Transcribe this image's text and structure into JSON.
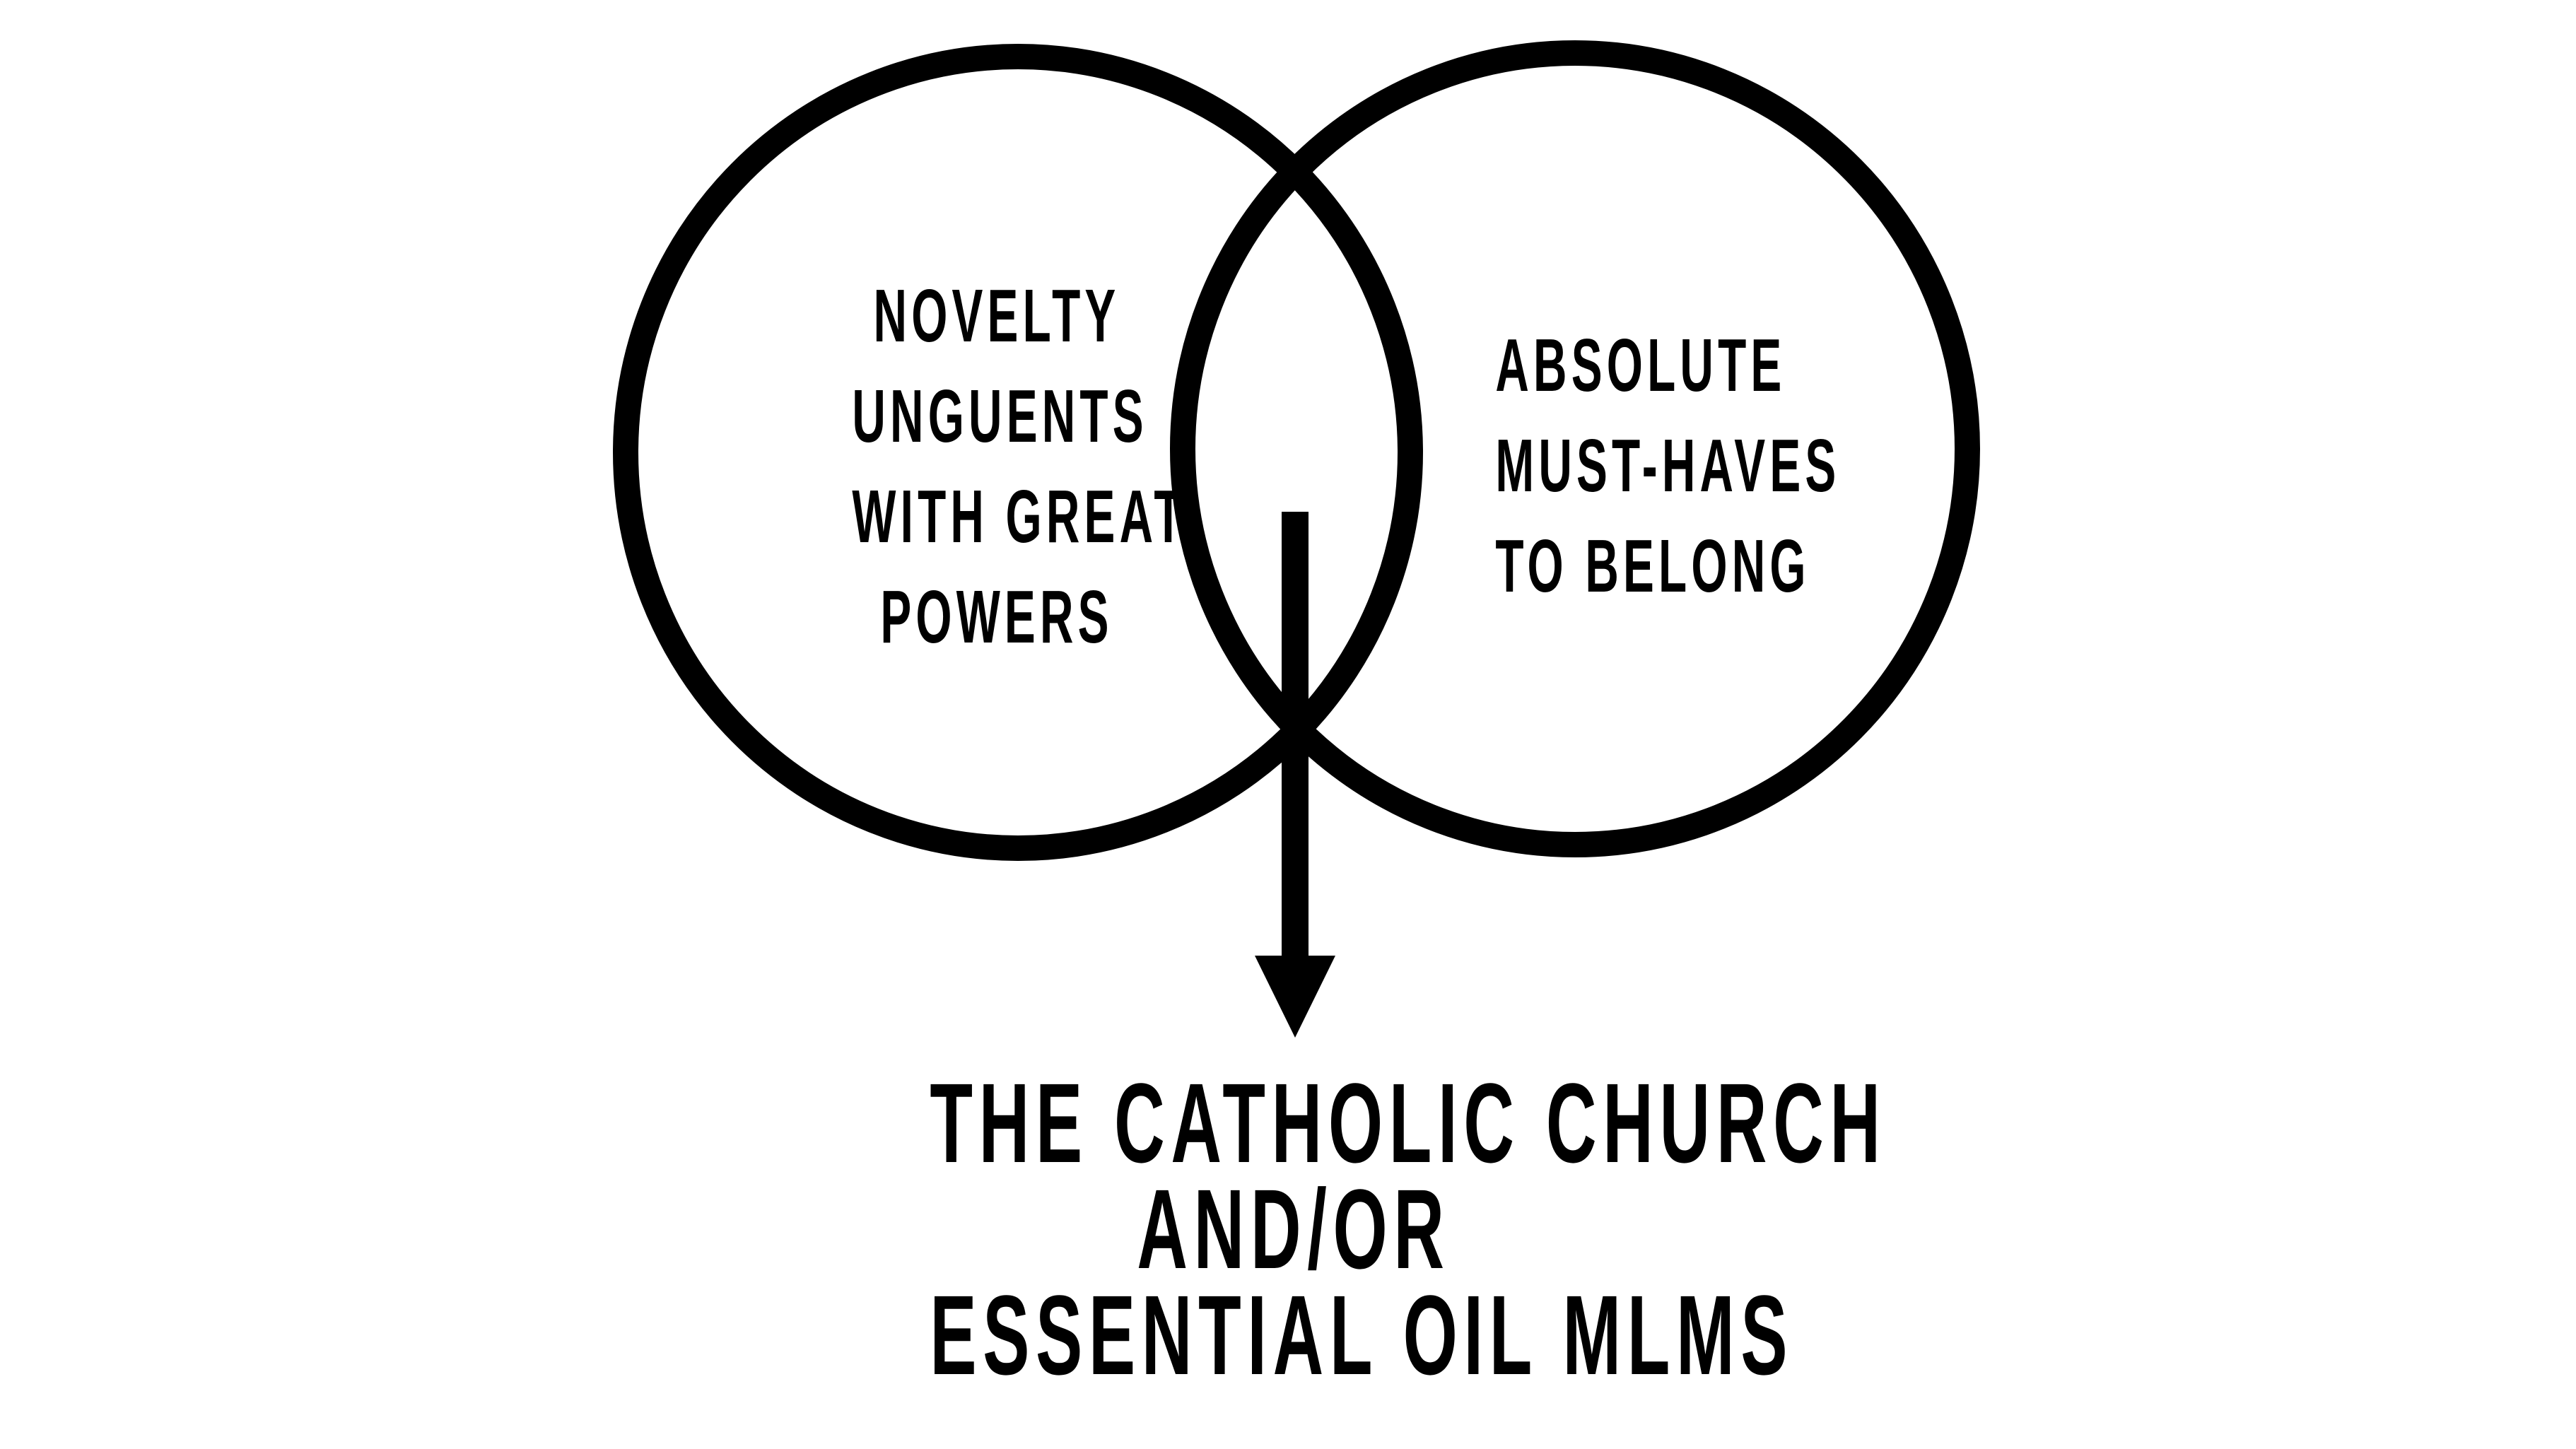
{
  "colors": {
    "ink": "#000000",
    "background": "#ffffff"
  },
  "diagram": {
    "left_set": {
      "lines": [
        "NOVELTY",
        "UNGUENTS",
        "WITH GREAT",
        "POWERS"
      ]
    },
    "right_set": {
      "lines": [
        "ABSOLUTE",
        "MUST-HAVES",
        "TO BELONG"
      ]
    },
    "result": {
      "lines": [
        "THE CATHOLIC CHURCH",
        "AND/OR",
        "ESSENTIAL OIL MLMS"
      ]
    }
  }
}
